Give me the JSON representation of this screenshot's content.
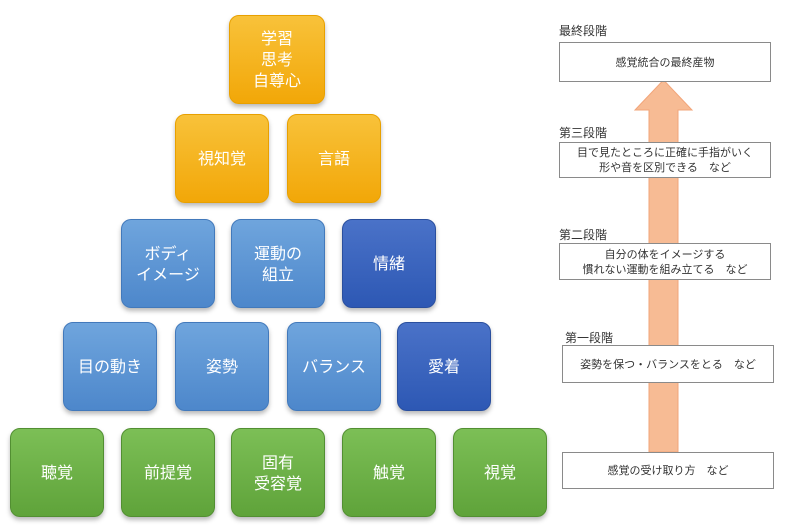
{
  "pyramid": {
    "row1": [
      {
        "label": "学習\n思考\n自尊心",
        "color": "yellow"
      }
    ],
    "row2": [
      {
        "label": "視知覚",
        "color": "yellow"
      },
      {
        "label": "言語",
        "color": "yellow"
      }
    ],
    "row3": [
      {
        "label": "ボディ\nイメージ",
        "color": "light-blue"
      },
      {
        "label": "運動の\n組立",
        "color": "light-blue"
      },
      {
        "label": "情緒",
        "color": "dark-blue"
      }
    ],
    "row4": [
      {
        "label": "目の動き",
        "color": "light-blue"
      },
      {
        "label": "姿勢",
        "color": "light-blue"
      },
      {
        "label": "バランス",
        "color": "light-blue"
      },
      {
        "label": "愛着",
        "color": "dark-blue"
      }
    ],
    "row5": [
      {
        "label": "聴覚",
        "color": "green"
      },
      {
        "label": "前提覚",
        "color": "green"
      },
      {
        "label": "固有\n受容覚",
        "color": "green"
      },
      {
        "label": "触覚",
        "color": "green"
      },
      {
        "label": "視覚",
        "color": "green"
      }
    ]
  },
  "stages": {
    "final": {
      "title": "最終段階",
      "desc": "感覚統合の最終産物"
    },
    "third": {
      "title": "第三段階",
      "desc": "目で見たところに正確に手指がいく\n形や音を区別できる　など"
    },
    "second": {
      "title": "第二段階",
      "desc": "自分の体をイメージする\n慣れない運動を組み立てる　など"
    },
    "first": {
      "title": "第一段階",
      "desc": "姿勢を保つ・バランスをとる　など"
    },
    "base": {
      "desc": "感覚の受け取り方　など"
    }
  },
  "colors": {
    "yellow": "#f2a708",
    "light-blue": "#5b93d4",
    "dark-blue": "#3562bd",
    "green": "#6aae45",
    "arrow": "#f7bb94"
  }
}
